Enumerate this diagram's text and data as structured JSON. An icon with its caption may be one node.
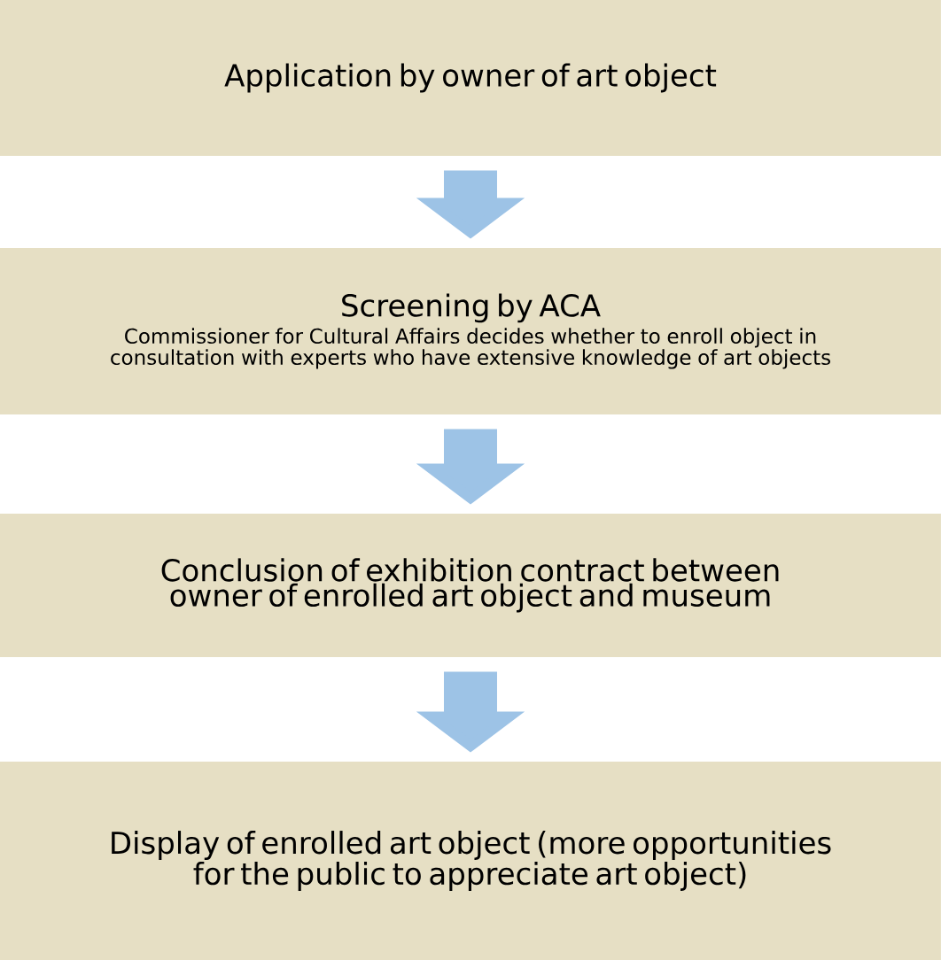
{
  "diagram": {
    "nodes": [
      {
        "text": [
          "Application by owner of art object"
        ]
      },
      {
        "text": [
          "Screening by ACA",
          "Commissioner for Cultural Affairs decides whether to enroll object in consultation with experts who have extensive knowledge of art objects"
        ]
      },
      {
        "text": [
          "Conclusion of exhibition contract between owner of enrolled art object and museum"
        ]
      },
      {
        "text": [
          "Display of enrolled art object (more opportunities for the public to appreciate art object)"
        ]
      }
    ],
    "edges": [
      {
        "from": 0,
        "to": 1,
        "arrow": "to"
      },
      {
        "from": 1,
        "to": 2,
        "arrow": "to"
      },
      {
        "from": 2,
        "to": 3,
        "arrow": "to"
      }
    ]
  }
}
